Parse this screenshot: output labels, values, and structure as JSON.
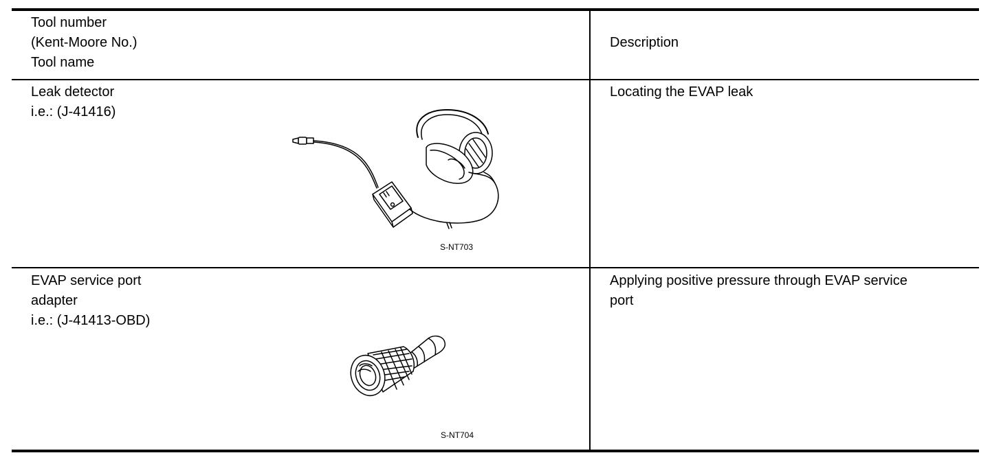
{
  "header": {
    "col1_lines": [
      "Tool number",
      "(Kent-Moore No.)",
      "Tool name"
    ],
    "col2": "Description"
  },
  "rows": [
    {
      "name_lines": [
        "Leak detector",
        "i.e.: (J-41416)"
      ],
      "description_lines": [
        "Locating the EVAP leak"
      ],
      "figure_code": "S-NT703",
      "figure_icon": "leak-detector-headphones-illustration"
    },
    {
      "name_lines": [
        "EVAP service port",
        "adapter",
        "i.e.: (J-41413-OBD)"
      ],
      "description_lines": [
        "Applying positive pressure through EVAP service",
        "port"
      ],
      "figure_code": "S-NT704",
      "figure_icon": "evap-service-port-adapter-illustration"
    }
  ]
}
